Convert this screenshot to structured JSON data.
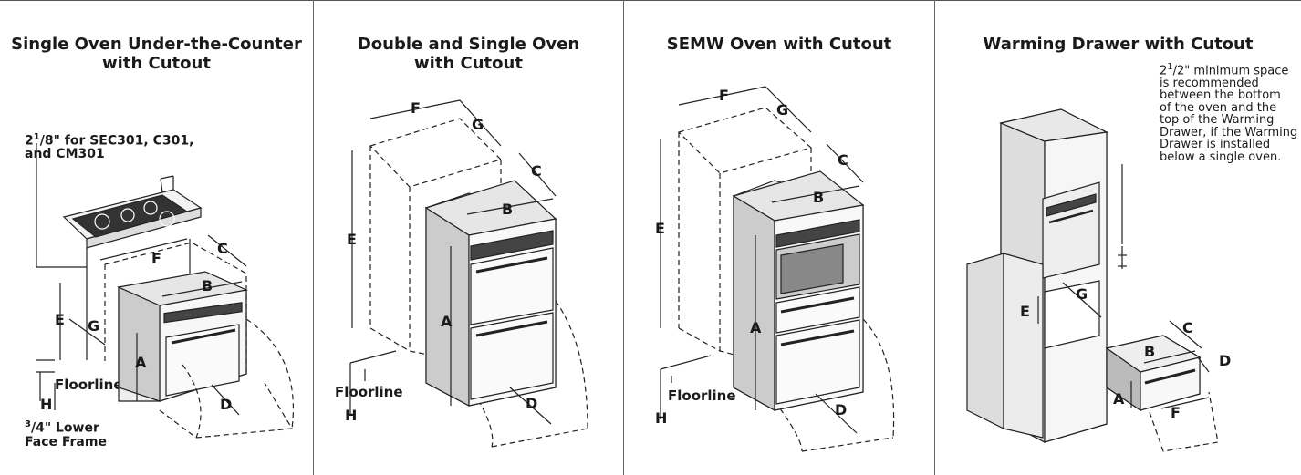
{
  "panels": [
    {
      "title_line1": "Single Oven Under-the-Counter",
      "title_line2": "with Cutout",
      "note_sec301_whole": "2",
      "note_sec301_sup": "1",
      "note_sec301_line1_rest": "/8\" for SEC301, C301,",
      "note_sec301_line2": "and CM301",
      "floorline": "Floorline",
      "lower_face_sup": "3",
      "lower_face_line1_rest": "/4\" Lower",
      "lower_face_line2": "Face Frame",
      "labels": {
        "A": "A",
        "B": "B",
        "C": "C",
        "D": "D",
        "E": "E",
        "F": "F",
        "G": "G",
        "H": "H"
      }
    },
    {
      "title_line1": "Double and Single Oven",
      "title_line2": "with Cutout",
      "floorline": "Floorline",
      "labels": {
        "A": "A",
        "B": "B",
        "C": "C",
        "D": "D",
        "E": "E",
        "F": "F",
        "G": "G",
        "H": "H"
      }
    },
    {
      "title_line1": "SEMW Oven with Cutout",
      "floorline": "Floorline",
      "labels": {
        "A": "A",
        "B": "B",
        "C": "C",
        "D": "D",
        "E": "E",
        "F": "F",
        "G": "G",
        "H": "H"
      }
    },
    {
      "title_line1": "Warming Drawer with Cutout",
      "note_whole": "2",
      "note_sup": "1",
      "note_line1_rest": "/2\" minimum space",
      "note_line2": "is recommended",
      "note_line3": "between the bottom",
      "note_line4": "of the oven and the",
      "note_line5": "top of the Warming",
      "note_line6": "Drawer, if the Warming",
      "note_line7": "Drawer is installed",
      "note_line8": "below a single oven.",
      "labels": {
        "A": "A",
        "B": "B",
        "C": "C",
        "D": "D",
        "E": "E",
        "F": "F",
        "G": "G"
      }
    }
  ]
}
